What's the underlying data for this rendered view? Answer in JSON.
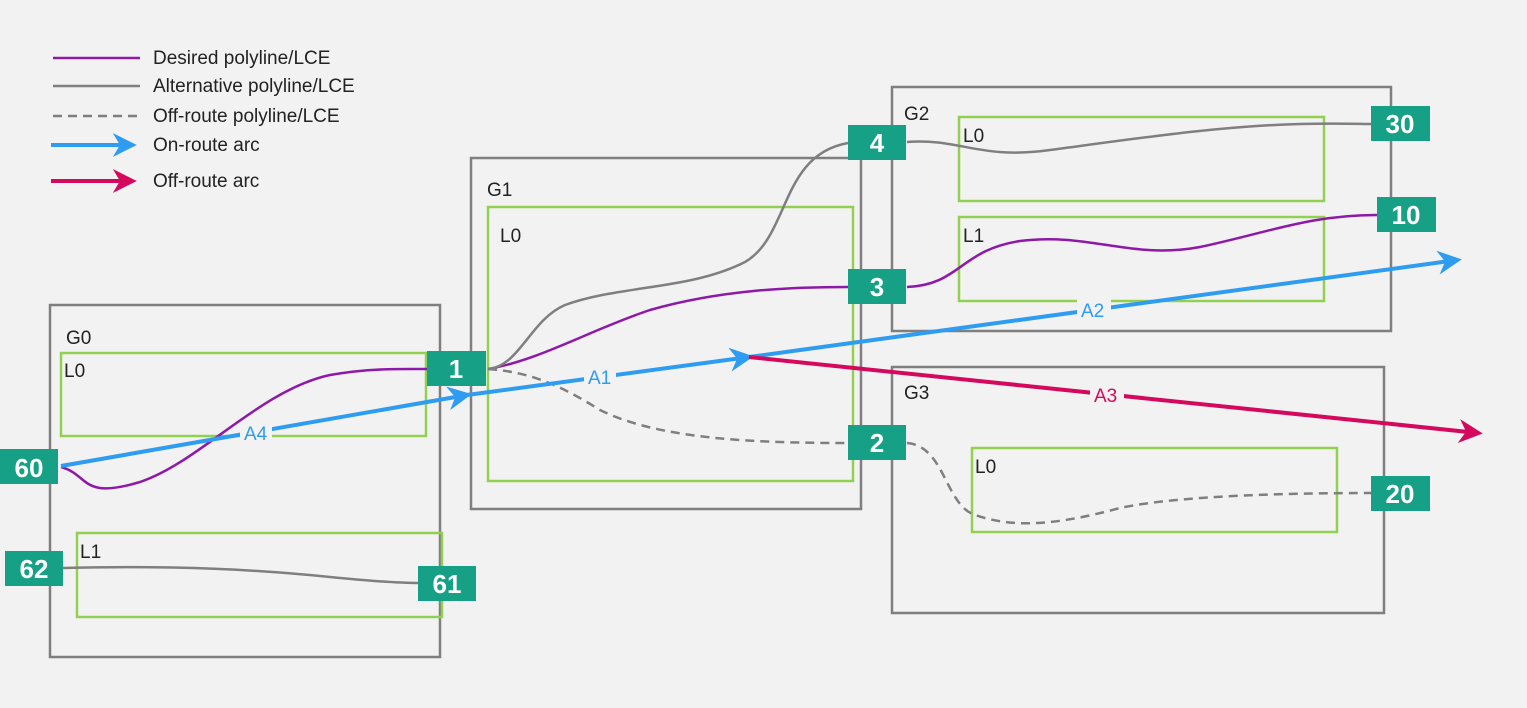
{
  "legend": [
    {
      "label": "Desired polyline/LCE",
      "style": "desired"
    },
    {
      "label": "Alternative polyline/LCE",
      "style": "alternative"
    },
    {
      "label": "Off-route polyline/LCE",
      "style": "offroute"
    },
    {
      "label": "On-route arc",
      "style": "onroute-arc"
    },
    {
      "label": "Off-route arc",
      "style": "offroute-arc"
    }
  ],
  "groups": [
    {
      "name": "G0",
      "lanes": [
        "L0",
        "L1"
      ]
    },
    {
      "name": "G1",
      "lanes": [
        "L0"
      ]
    },
    {
      "name": "G2",
      "lanes": [
        "L0",
        "L1"
      ]
    },
    {
      "name": "G3",
      "lanes": [
        "L0"
      ]
    }
  ],
  "nodes": [
    "60",
    "62",
    "61",
    "1",
    "4",
    "3",
    "2",
    "30",
    "10",
    "20"
  ],
  "arcs": [
    "A1",
    "A2",
    "A3",
    "A4"
  ],
  "colors": {
    "background": "#f2f2f2",
    "group_border": "#7f7f7f",
    "lane_border": "#92d050",
    "node_fill": "#16a085",
    "desired": "#8e19a8",
    "alternative": "#7f7f7f",
    "offroute": "#7f7f7f",
    "onroute_arc": "#2e9cf0",
    "offroute_arc": "#d4095e"
  }
}
